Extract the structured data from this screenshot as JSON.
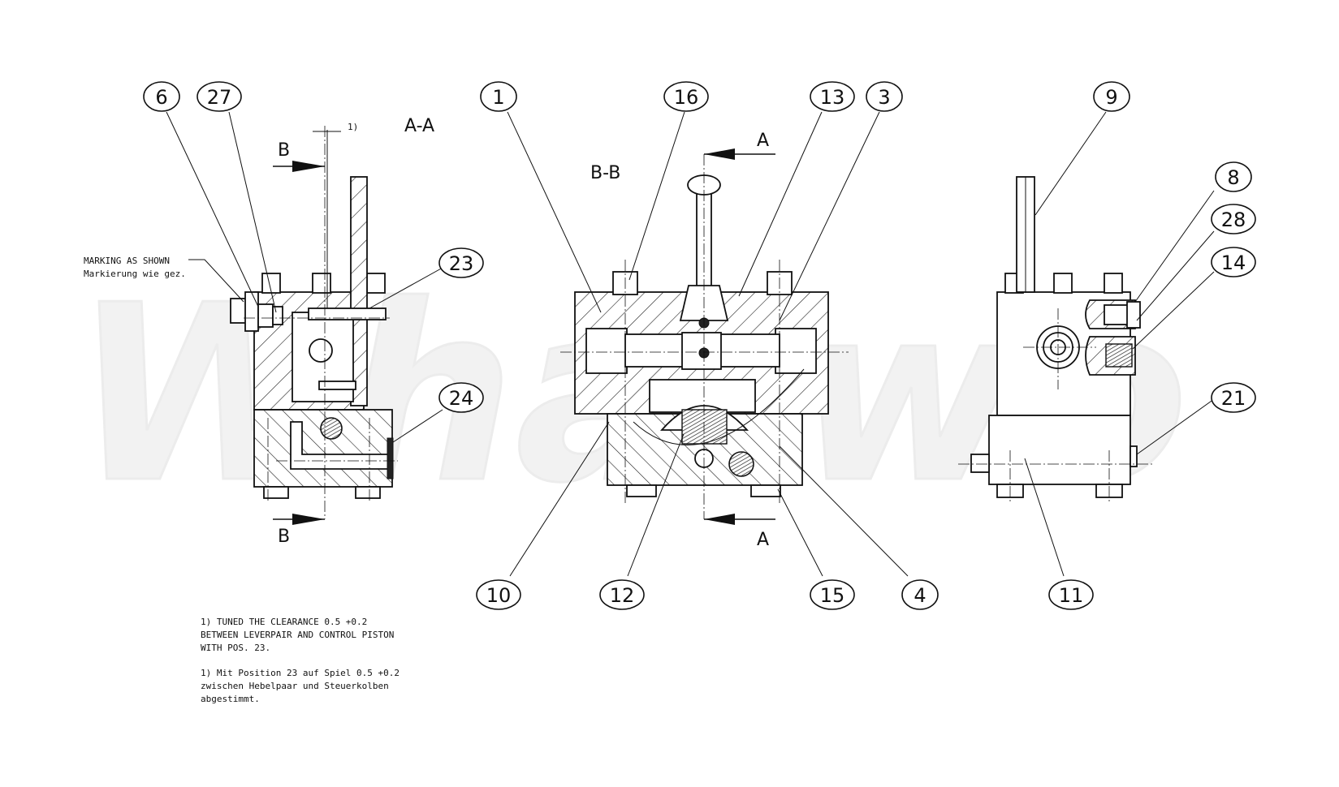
{
  "watermark": "Whatwo",
  "views": {
    "aa_title": "A-A",
    "bb_title": "B-B",
    "b_top": "B",
    "b_bottom": "B",
    "a_top": "A",
    "a_bottom": "A",
    "clearance_mark": "1)"
  },
  "marking_note": {
    "line1": "MARKING AS SHOWN",
    "line2": "Markierung wie gez."
  },
  "footnote": {
    "en_line1": "1) TUNED THE CLEARANCE 0.5 +0.2",
    "en_line2": "BETWEEN LEVERPAIR AND CONTROL PISTON",
    "en_line3": "WITH POS. 23.",
    "de_line1": "1) Mit Position 23 auf Spiel 0.5 +0.2",
    "de_line2": "zwischen Hebelpaar und Steuerkolben",
    "de_line3": "abgestimmt."
  },
  "balloons": {
    "b6": "6",
    "b27": "27",
    "b23": "23",
    "b24": "24",
    "b1": "1",
    "b16": "16",
    "b13": "13",
    "b3": "3",
    "b9": "9",
    "b8": "8",
    "b28": "28",
    "b14": "14",
    "b21": "21",
    "b10": "10",
    "b12": "12",
    "b15": "15",
    "b4": "4",
    "b11": "11"
  }
}
